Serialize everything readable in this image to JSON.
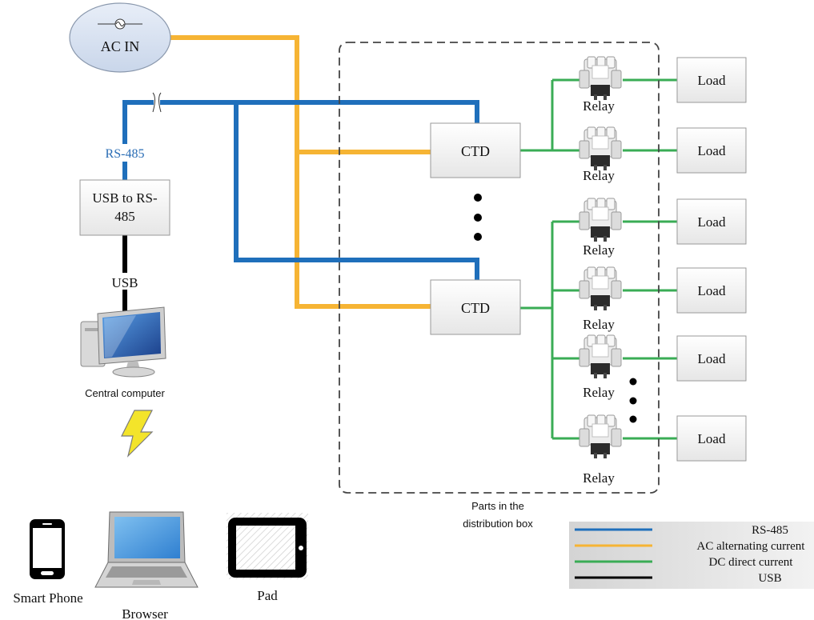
{
  "nodes": {
    "ac_in": "AC IN",
    "usb_to_rs485_line1": "USB to RS-",
    "usb_to_rs485_line2": "485",
    "ctd": "CTD",
    "relay": "Relay",
    "load": "Load"
  },
  "link_labels": {
    "rs485": "RS-485",
    "usb": "USB"
  },
  "devices": {
    "central_computer": "Central computer",
    "smart_phone": "Smart Phone",
    "browser": "Browser",
    "pad": "Pad"
  },
  "distribution_box": {
    "line1": "Parts in the",
    "line2": "distribution box"
  },
  "legend": [
    {
      "label": "RS-485",
      "color": "#1f6fbb"
    },
    {
      "label": "AC alternating current",
      "color": "#f6b434"
    },
    {
      "label": "DC direct current",
      "color": "#3aac55"
    },
    {
      "label": "USB",
      "color": "#000000"
    }
  ],
  "colors": {
    "rs485": "#1f6fbb",
    "ac": "#f6b434",
    "dc": "#3aac55",
    "usb": "#000000",
    "rs485_label": "#2a6db5"
  },
  "icons": {
    "ac_source": "sine-wave-icon",
    "computer": "desktop-computer-icon",
    "wireless": "lightning-bolt-icon",
    "phone": "smartphone-icon",
    "laptop": "laptop-icon",
    "tablet": "tablet-icon",
    "relay": "relay-icon"
  }
}
